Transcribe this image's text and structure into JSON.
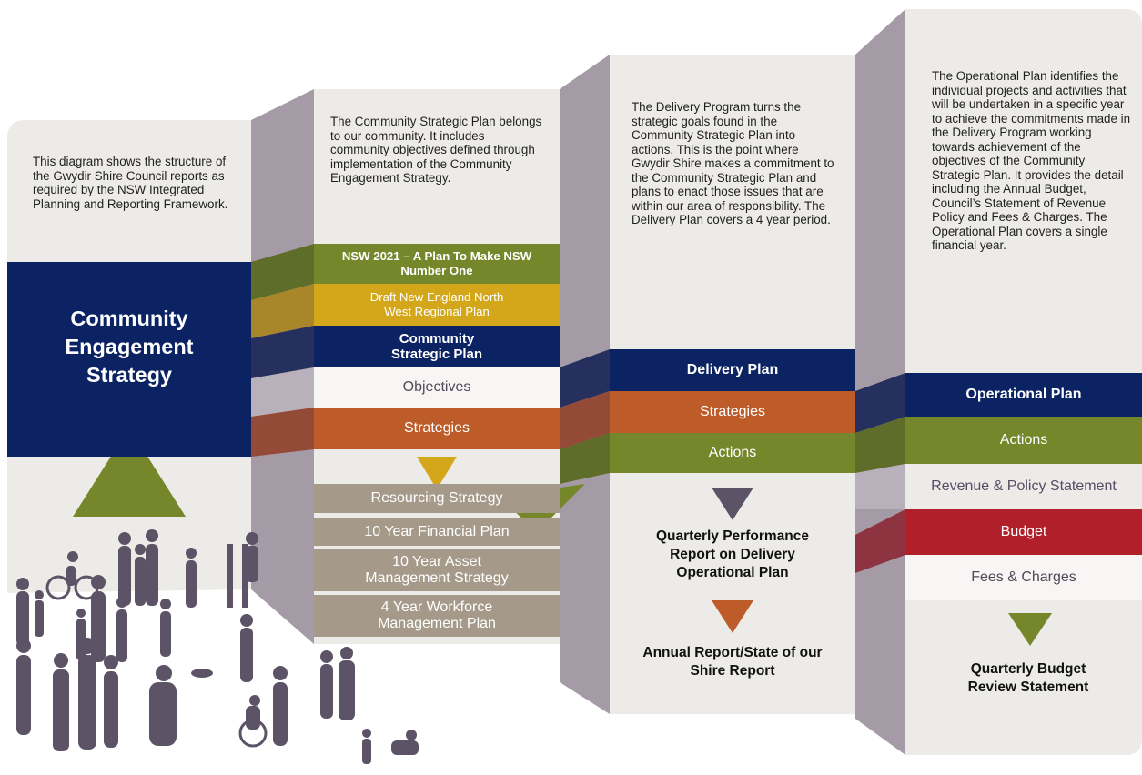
{
  "intro": {
    "text": "This diagram shows the structure of the Gwydir Shire Council reports as required by the NSW Integrated Planning and Reporting Framework.",
    "title": "Community Engagement Strategy"
  },
  "column1": {
    "description": "The Community Strategic Plan belongs to our community. It includes community objectives defined through implementation of the Community Engagement Strategy.",
    "bands": [
      "NSW 2021 – A Plan To Make NSW Number One",
      "Draft New England North West Regional Plan",
      "Community Strategic Plan",
      "Objectives",
      "Strategies"
    ],
    "resourcing": [
      "Resourcing Strategy",
      "10 Year Financial Plan",
      "10 Year Asset Management Strategy",
      "4 Year Workforce Management Plan"
    ]
  },
  "column2": {
    "description": "The Delivery Program turns the strategic goals found in the Community Strategic Plan into actions. This is the point where Gwydir Shire makes a commitment to the Community Strategic Plan and plans to enact those issues that are within our area of responsibility. The Delivery Plan covers a 4 year period.",
    "bands": [
      "Delivery Plan",
      "Strategies",
      "Actions"
    ],
    "outcomes": [
      "Quarterly Performance Report on Delivery Operational Plan",
      "Annual Report/State of our Shire Report"
    ]
  },
  "column3": {
    "description": "The Operational Plan identifies the individual projects and activities that will be undertaken in a specific year to achieve the commitments made in the Delivery Program working towards achievement of the objectives of the Community Strategic Plan. It provides the detail including the Annual Budget, Council’s Statement of Revenue Policy and Fees & Charges. The Operational Plan covers a single financial year.",
    "bands": [
      "Operational Plan",
      "Actions",
      "Revenue & Policy Statement",
      "Budget",
      "Fees & Charges"
    ],
    "outcome": "Quarterly Budget Review Statement"
  },
  "colors": {
    "navy": "#0b2363",
    "olive": "#75872a",
    "gold": "#d4a71b",
    "orange": "#bd5c29",
    "taupe": "#a59a8a",
    "red": "#b11f2b",
    "panel": "#ecebe8",
    "fold": "#a59ba6",
    "silhouette": "#5d5366"
  },
  "icons": [
    "triangle-up-icon",
    "triangle-down-icon",
    "people-silhouettes-icon"
  ]
}
